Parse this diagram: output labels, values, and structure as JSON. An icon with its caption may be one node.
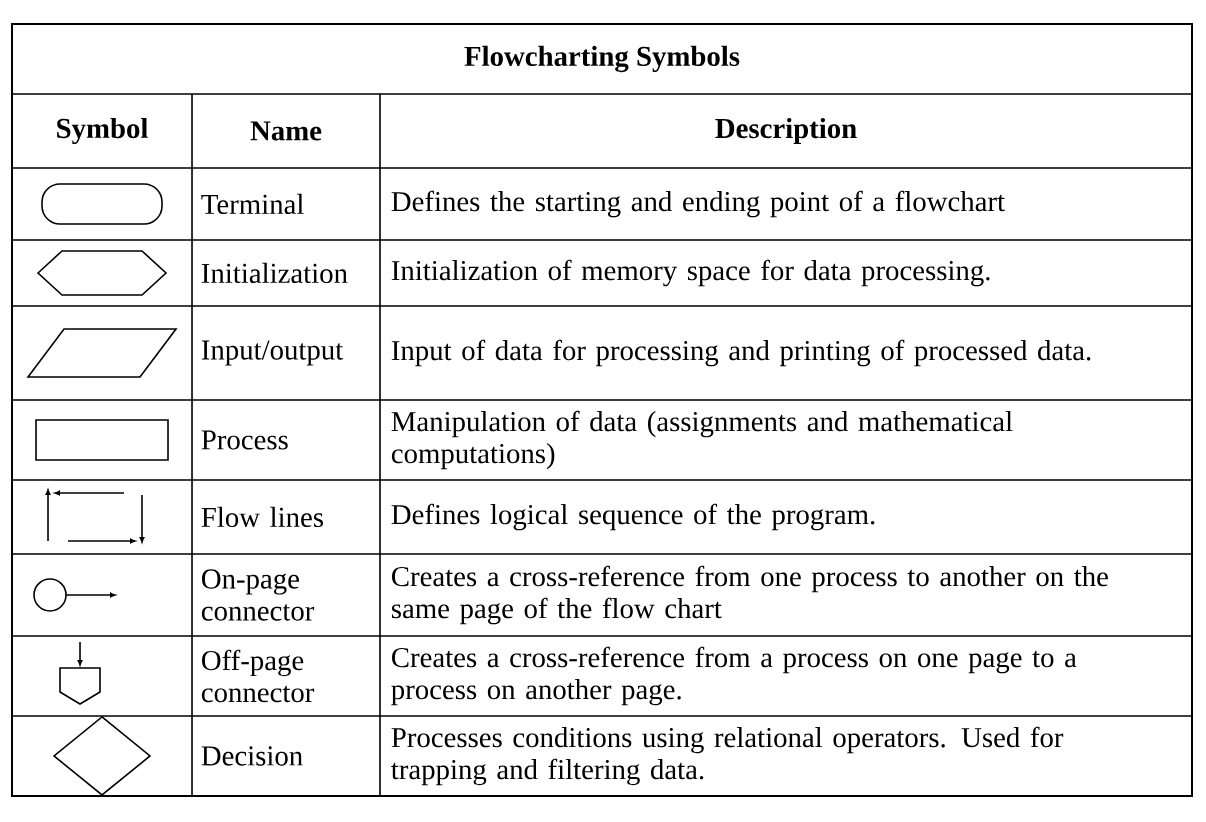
{
  "diagram": {
    "title": "Flowcharting Symbols",
    "nodes": [
      {
        "text": [],
        "shape": "pill"
      },
      {
        "text": [],
        "shape": "hexagon"
      },
      {
        "text": [],
        "shape": "parallelogram"
      },
      {
        "text": [],
        "shape": "box"
      },
      {
        "text": [],
        "shape": "arrows"
      },
      {
        "text": [],
        "shape": "circle"
      },
      {
        "text": [],
        "shape": "pentagon"
      },
      {
        "text": [],
        "shape": "diamond"
      }
    ],
    "labels": [
      "Symbol",
      "Name",
      "Description",
      "Terminal",
      "Defines the starting and ending point of a flowchart",
      "Initialization",
      "Initialization of memory space for data processing.",
      "Input/output",
      "Input of data for processing and printing of processed data.",
      "Process",
      "Manipulation of data (assignments and mathematical computations)",
      "Flow lines",
      "Defines logical sequence of the program.",
      "On-page connector",
      "Creates a cross-reference from one process to another on the same page of the flow chart",
      "Off-page connector",
      "Creates a cross-reference from a process on one page to a process on another page.",
      "Decision",
      "Processes conditions using relational operators.  Used for trapping and filtering data."
    ]
  }
}
